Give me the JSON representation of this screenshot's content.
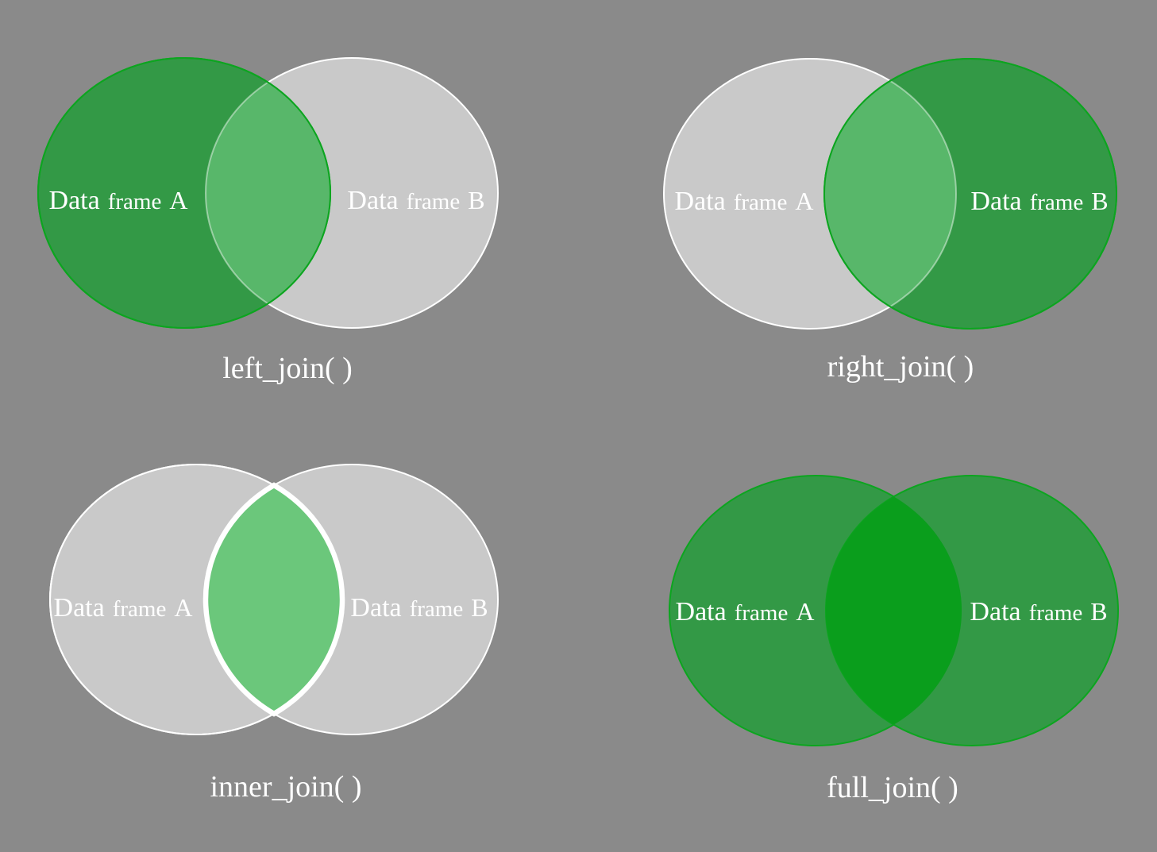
{
  "background_color": "#8a8a8a",
  "text_color": "#ffffff",
  "colors": {
    "green_circle_fill": "#339946",
    "green_circle_stroke": "#0ca51f",
    "gray_circle_fill": "#c9c9c9",
    "gray_circle_stroke": "#ffffff",
    "left_right_overlap_green": "#58b76a",
    "inner_overlap_green": "#6bc77b",
    "full_overlap_green": "#0a9e1c"
  },
  "panels": [
    {
      "name": "left-join",
      "caption": "left_join( )",
      "label_a": {
        "w1": "Data",
        "w2": "frame",
        "w3": "A"
      },
      "label_b": {
        "w1": "Data",
        "w2": "frame",
        "w3": "B"
      },
      "circle_a_fill": "#339946",
      "circle_a_stroke": "#0ca51f",
      "circle_b_fill": "#c9c9c9",
      "circle_b_stroke": "#ffffff",
      "overlap_fill": "#58b76a"
    },
    {
      "name": "right-join",
      "caption": "right_join( )",
      "label_a": {
        "w1": "Data",
        "w2": "frame",
        "w3": "A"
      },
      "label_b": {
        "w1": "Data",
        "w2": "frame",
        "w3": "B"
      },
      "circle_a_fill": "#c9c9c9",
      "circle_a_stroke": "#ffffff",
      "circle_b_fill": "#339946",
      "circle_b_stroke": "#0ca51f",
      "overlap_fill": "#58b76a"
    },
    {
      "name": "inner-join",
      "caption": "inner_join( )",
      "label_a": {
        "w1": "Data",
        "w2": "frame",
        "w3": "A"
      },
      "label_b": {
        "w1": "Data",
        "w2": "frame",
        "w3": "B"
      },
      "circle_a_fill": "#c9c9c9",
      "circle_a_stroke": "#ffffff",
      "circle_b_fill": "#c9c9c9",
      "circle_b_stroke": "#ffffff",
      "overlap_fill": "#6bc77b",
      "overlap_stroke": "#ffffff"
    },
    {
      "name": "full-join",
      "caption": "full_join( )",
      "label_a": {
        "w1": "Data",
        "w2": "frame",
        "w3": "A"
      },
      "label_b": {
        "w1": "Data",
        "w2": "frame",
        "w3": "B"
      },
      "circle_a_fill": "#339946",
      "circle_a_stroke": "#0ca51f",
      "circle_b_fill": "#339946",
      "circle_b_stroke": "#0ca51f",
      "overlap_fill": "#0a9e1c"
    }
  ]
}
